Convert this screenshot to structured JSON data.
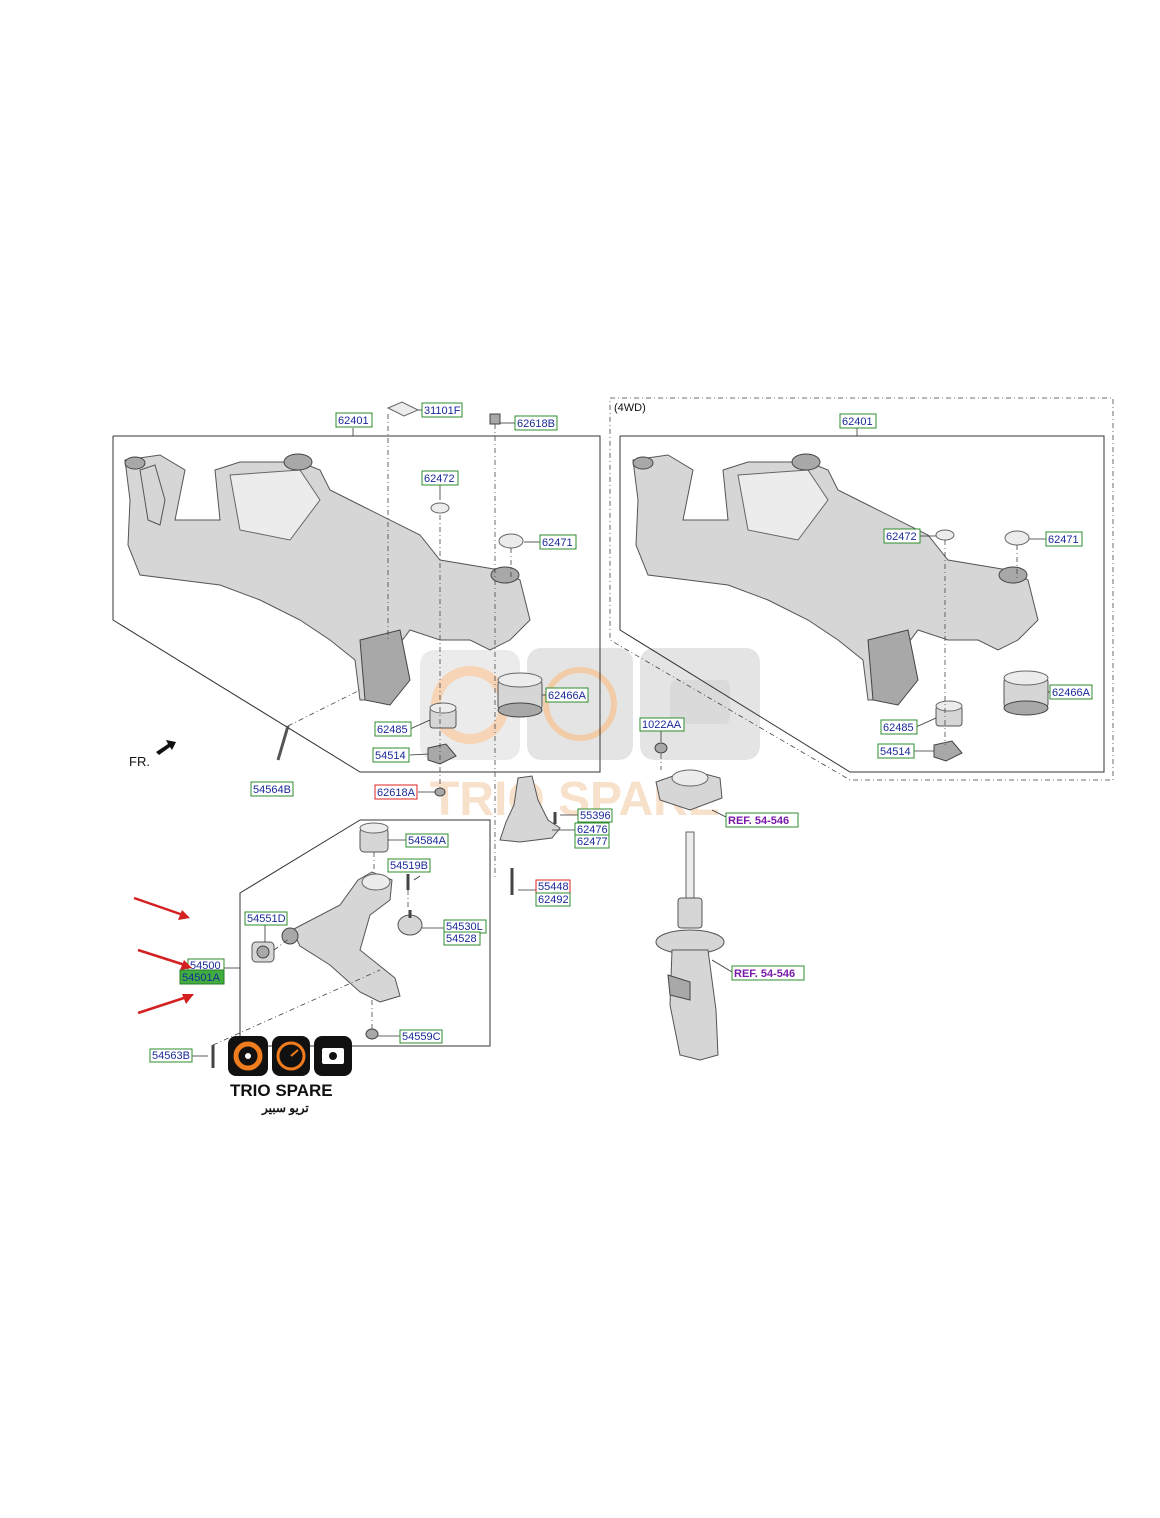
{
  "variant_label": "(4WD)",
  "front_label": "FR.",
  "brand": {
    "name": "TRIO SPARE",
    "arabic": "تريو سبير",
    "color": "#c8c8c8",
    "accent": "#f07c1e"
  },
  "left_group": {
    "l_62401": "62401",
    "l_31101F": "31101F",
    "l_62618B": "62618B",
    "l_62472": "62472",
    "l_62471": "62471",
    "l_62466A": "62466A",
    "l_62485": "62485",
    "l_54514": "54514",
    "l_54564B": "54564B",
    "l_62618A": "62618A"
  },
  "right_group": {
    "l_62401": "62401",
    "l_62472": "62472",
    "l_62471": "62471",
    "l_62466A": "62466A",
    "l_62485": "62485",
    "l_54514": "54514"
  },
  "lower_arm": {
    "l_54584A": "54584A",
    "l_54519B": "54519B",
    "l_54551D": "54551D",
    "l_54530L": "54530L",
    "l_54528": "54528",
    "l_54500": "54500",
    "l_54501A": "54501A",
    "l_54559C": "54559C",
    "l_54563B": "54563B"
  },
  "bracket": {
    "l_55396": "55396",
    "l_62476": "62476",
    "l_62477": "62477",
    "l_55448": "55448",
    "l_62492": "62492"
  },
  "strut": {
    "l_1022AA": "1022AA",
    "l_ref1": "REF. 54-546",
    "l_ref2": "REF. 54-546"
  }
}
